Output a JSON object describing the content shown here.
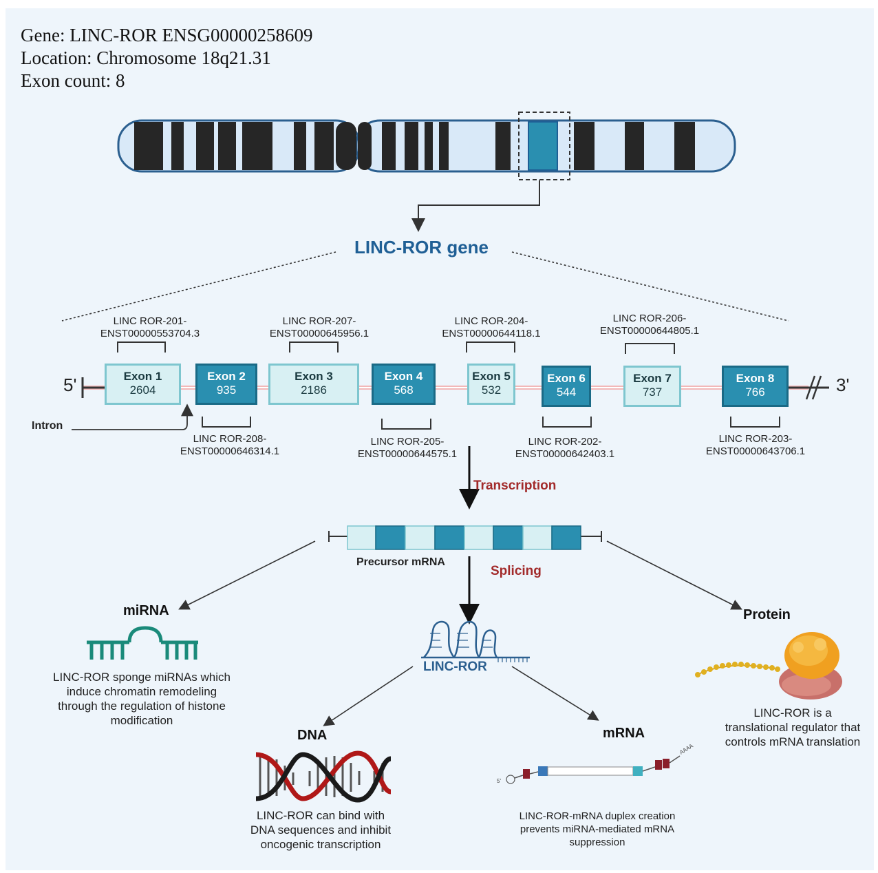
{
  "header": {
    "gene": "Gene: LINC-ROR ENSG00000258609",
    "location": "Location: Chromosome 18q21.31",
    "exon_count": "Exon count: 8"
  },
  "gene_title": "LINC-ROR gene",
  "ends": {
    "five": "5'",
    "three": "3'"
  },
  "intron_label": "Intron",
  "exons": [
    {
      "name": "Exon 1",
      "value": "2604"
    },
    {
      "name": "Exon 2",
      "value": "935"
    },
    {
      "name": "Exon 3",
      "value": "2186"
    },
    {
      "name": "Exon 4",
      "value": "568"
    },
    {
      "name": "Exon 5",
      "value": "532"
    },
    {
      "name": "Exon 6",
      "value": "544"
    },
    {
      "name": "Exon 7",
      "value": "737"
    },
    {
      "name": "Exon 8",
      "value": "766"
    }
  ],
  "transcripts": [
    {
      "line1": "LINC ROR-201-",
      "line2": "ENST00000553704.3"
    },
    {
      "line1": "LINC ROR-207-",
      "line2": "ENST00000645956.1"
    },
    {
      "line1": "LINC ROR-204-",
      "line2": "ENST00000644118.1"
    },
    {
      "line1": "LINC ROR-206-",
      "line2": "ENST00000644805.1"
    },
    {
      "line1": "LINC ROR-208-",
      "line2": "ENST00000646314.1"
    },
    {
      "line1": "LINC ROR-205-",
      "line2": "ENST00000644575.1"
    },
    {
      "line1": "LINC ROR-202-",
      "line2": "ENST00000642403.1"
    },
    {
      "line1": "LINC ROR-203-",
      "line2": "ENST00000643706.1"
    }
  ],
  "steps": {
    "transcription": "Transcription",
    "splicing": "Splicing"
  },
  "precursor_label": "Precursor mRNA",
  "center_label": "LINC-ROR",
  "mirna": {
    "title": "miRNA",
    "lines": [
      "LINC-ROR sponge miRNAs which",
      "induce chromatin remodeling",
      "through the regulation of histone",
      "modification"
    ]
  },
  "protein": {
    "title": "Protein",
    "lines": [
      "LINC-ROR is a",
      "translational regulator that",
      "controls mRNA translation"
    ]
  },
  "dna": {
    "title": "DNA",
    "lines": [
      "LINC-ROR can bind with",
      "DNA sequences and inhibit",
      "oncogenic transcription"
    ]
  },
  "mrna": {
    "title": "mRNA",
    "lines": [
      "LINC-ROR-mRNA duplex creation",
      "prevents miRNA-mediated mRNA",
      "suppression"
    ],
    "five_prime": "5'",
    "polya": "AAAA"
  },
  "colors": {
    "dark_blue": "#1f5f95",
    "exon_dark": "#2a8fb0",
    "exon_light": "#d8f0f3",
    "red_label": "#a22a2a",
    "chromosome_band": "#262626"
  }
}
